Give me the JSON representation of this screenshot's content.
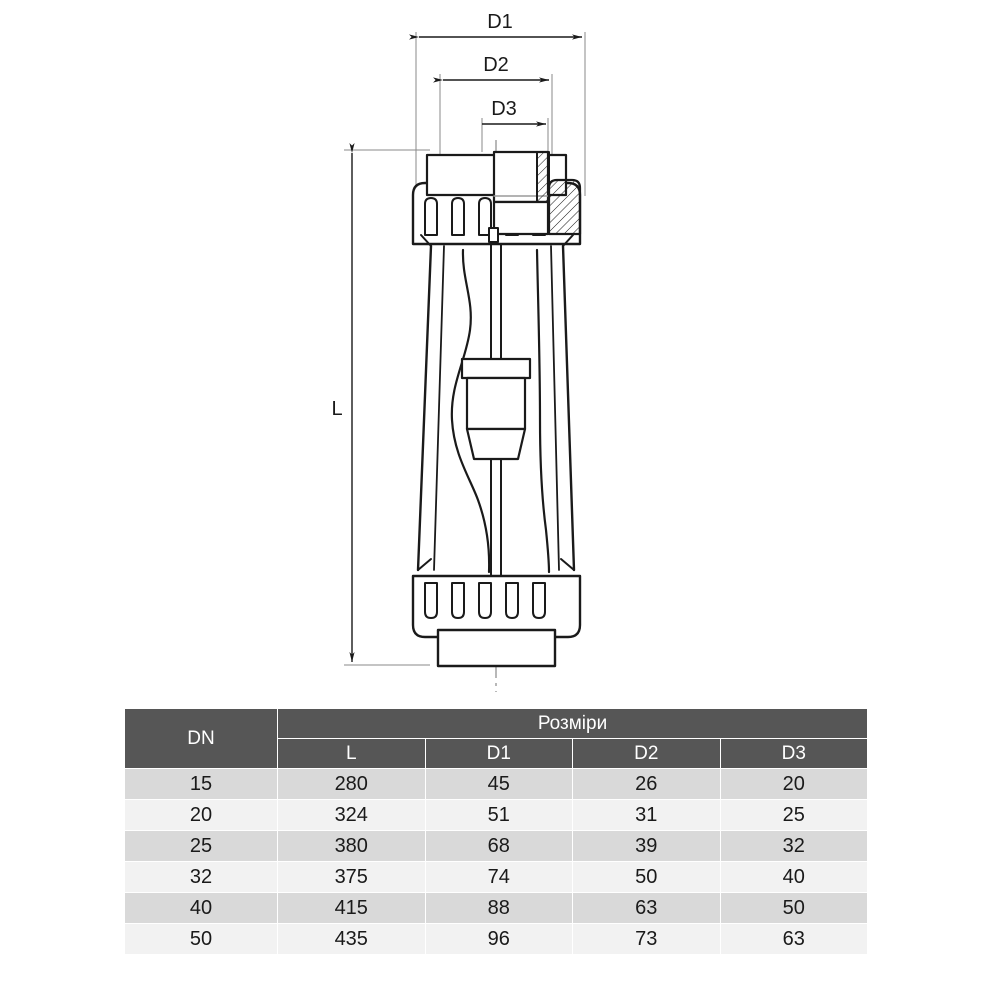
{
  "drawing": {
    "name": "flow-meter-sectional-drawing",
    "dimension_labels": {
      "d1": "D1",
      "d2": "D2",
      "d3": "D3",
      "l": "L"
    },
    "line_color": "#1a1a1a",
    "center_line_color": "#9a9a9a",
    "dim_line_color": "#333333"
  },
  "table": {
    "name": "dimensions-table",
    "header_bg": "#565656",
    "header_text_color": "#ffffff",
    "row_odd_bg": "#d9d9d9",
    "row_even_bg": "#f2f2f2",
    "dn_header": "DN",
    "group_header": "Розміри",
    "sub_headers": [
      "L",
      "D1",
      "D2",
      "D3"
    ],
    "rows": [
      {
        "dn": "15",
        "l": "280",
        "d1": "45",
        "d2": "26",
        "d3": "20"
      },
      {
        "dn": "20",
        "l": "324",
        "d1": "51",
        "d2": "31",
        "d3": "25"
      },
      {
        "dn": "25",
        "l": "380",
        "d1": "68",
        "d2": "39",
        "d3": "32"
      },
      {
        "dn": "32",
        "l": "375",
        "d1": "74",
        "d2": "50",
        "d3": "40"
      },
      {
        "dn": "40",
        "l": "415",
        "d1": "88",
        "d2": "63",
        "d3": "50"
      },
      {
        "dn": "50",
        "l": "435",
        "d1": "96",
        "d2": "73",
        "d3": "63"
      }
    ]
  }
}
